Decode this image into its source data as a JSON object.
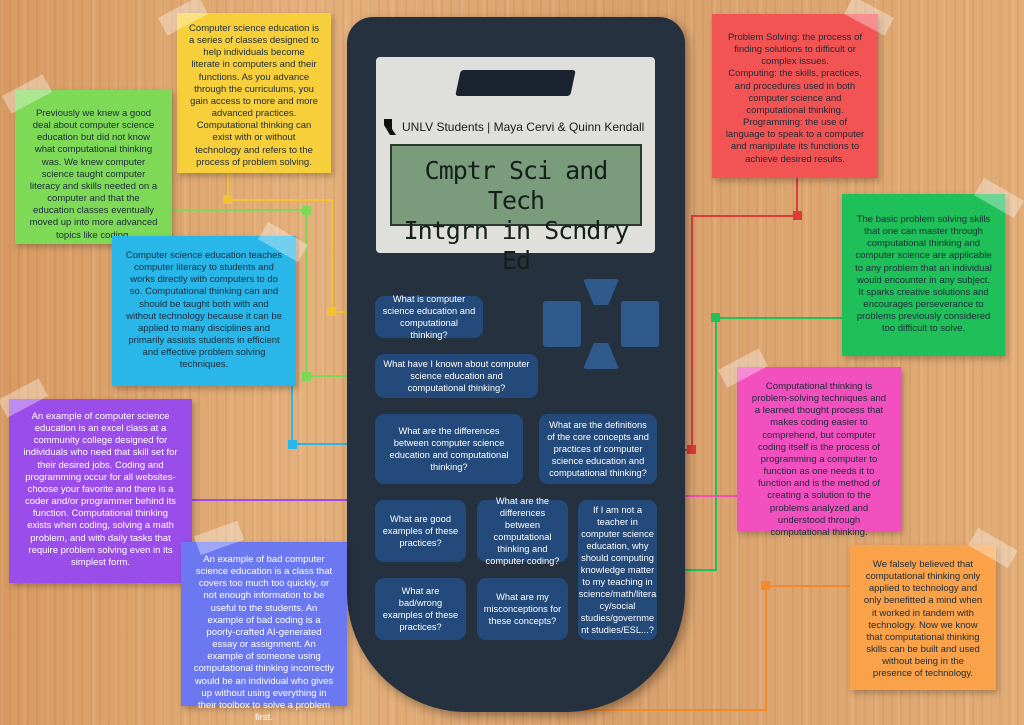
{
  "calculator": {
    "byline": "UNLV Students | Maya Cervi & Quinn Kendall",
    "title_line1": "Cmptr Sci and Tech",
    "title_line2": "Intgrn in Scndry Ed"
  },
  "questions": [
    "What is computer science education and computational thinking?",
    "What have I known about computer science education and computational thinking?",
    "What are the differences between computer science education and computational thinking?",
    "What are the definitions of the core concepts and practices of computer science education and computational thinking?",
    "What are good examples of these practices?",
    "What are the differences between computational thinking and computer coding?",
    "If I am not a teacher in computer science education, why should computing knowledge matter to my teaching in science/math/litera cy/social studies/governme nt studies/ESL...?",
    "What are bad/wrong examples of these practices?",
    "What are my misconceptions for these concepts?"
  ],
  "notes": {
    "yellow": "Computer science education is a series of classes designed to help individuals become literate in computers and their functions. As you advance through the curriculums, you gain access to more and more advanced practices. Computational thinking can exist with or without technology and refers to the process of problem solving.",
    "green_left": "Previously we knew a good deal about computer science education but did not know what computational thinking was. We knew computer science taught computer literacy and skills needed on a computer and that the education classes eventually moved up into more advanced topics like coding.",
    "cyan": "Computer science education teaches computer literacy to students and works directly with computers to do so. Computational thinking can and should be taught both with and without technology because it can be applied to many disciplines and primarily assists students in efficient and effective problem solving techniques.",
    "purple": "An example of computer science education is an excel class at a community college designed for individuals who need that skill set for their desired jobs. Coding and programming occur for all websites-choose your favorite and there is a coder and/or programmer behind its function. Computational thinking exists when coding, solving a math problem, and with daily tasks that require problem solving even in its simplest form.",
    "blue": "An example of bad computer science education is a class that covers too much too quickly, or not enough information to be useful to the students. An example of bad coding is a poorly-crafted AI-generated essay or assignment. An example of someone using computational thinking incorrectly would be an individual who gives up without using everything in their toolbox to solve a problem first.",
    "red_line1": "Problem Solving: the process of finding solutions to difficult or complex issues.",
    "red_line2": "Computing: the skills, practices, and procedures used in both computer science and computational thinking.",
    "red_line3": "Programming: the use of language to speak to a computer and manipulate its functions to achieve desired results.",
    "green_right": "The basic problem solving skills that one can master through computational thinking and computer science are applicable to any problem that an individual would encounter in any subject. It sparks creative solutions and encourages perseverance to problems previously considered too difficult to solve.",
    "pink": "Computational thinking is problem-solving techniques and a learned thought process that makes coding easier to comprehend, but computer coding itself is the process of programming a computer to function as one needs it to function and is the method of creating a solution to the problems analyzed and understood through computational thinking.",
    "orange": "We falsely believed that computational thinking only applied to technology and only benefitted a mind when it worked in tandem with technology. Now we know that computational thinking skills can be built and used without being in the presence of technology."
  },
  "colors": {
    "yellow": "#f7cf3a",
    "green_left": "#7ed957",
    "cyan": "#29b6e8",
    "purple": "#9b4dea",
    "blue": "#6b78f0",
    "red": "#f25454",
    "green_right": "#1fbf5a",
    "pink": "#f24fbf",
    "orange": "#f9a24a",
    "calculator": "#263140",
    "button": "#234a7a"
  },
  "icons": [
    "nevada-state-icon"
  ]
}
